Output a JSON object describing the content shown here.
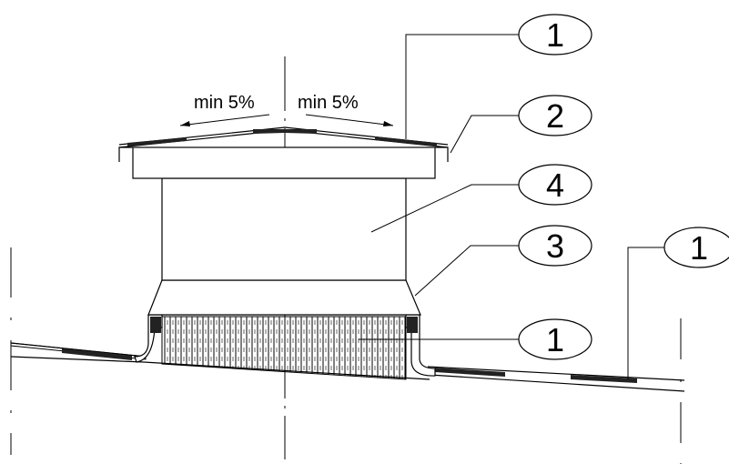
{
  "diagram": {
    "slope_labels": {
      "left": "min 5%",
      "right": "min 5%"
    },
    "callouts": [
      {
        "id": "callout-1-top",
        "label": "1"
      },
      {
        "id": "callout-2",
        "label": "2"
      },
      {
        "id": "callout-4",
        "label": "4"
      },
      {
        "id": "callout-3",
        "label": "3"
      },
      {
        "id": "callout-1-right",
        "label": "1"
      },
      {
        "id": "callout-1-middle",
        "label": "1"
      }
    ],
    "colors": {
      "line": "#000000",
      "membrane": "#222222",
      "background": "#ffffff"
    }
  }
}
